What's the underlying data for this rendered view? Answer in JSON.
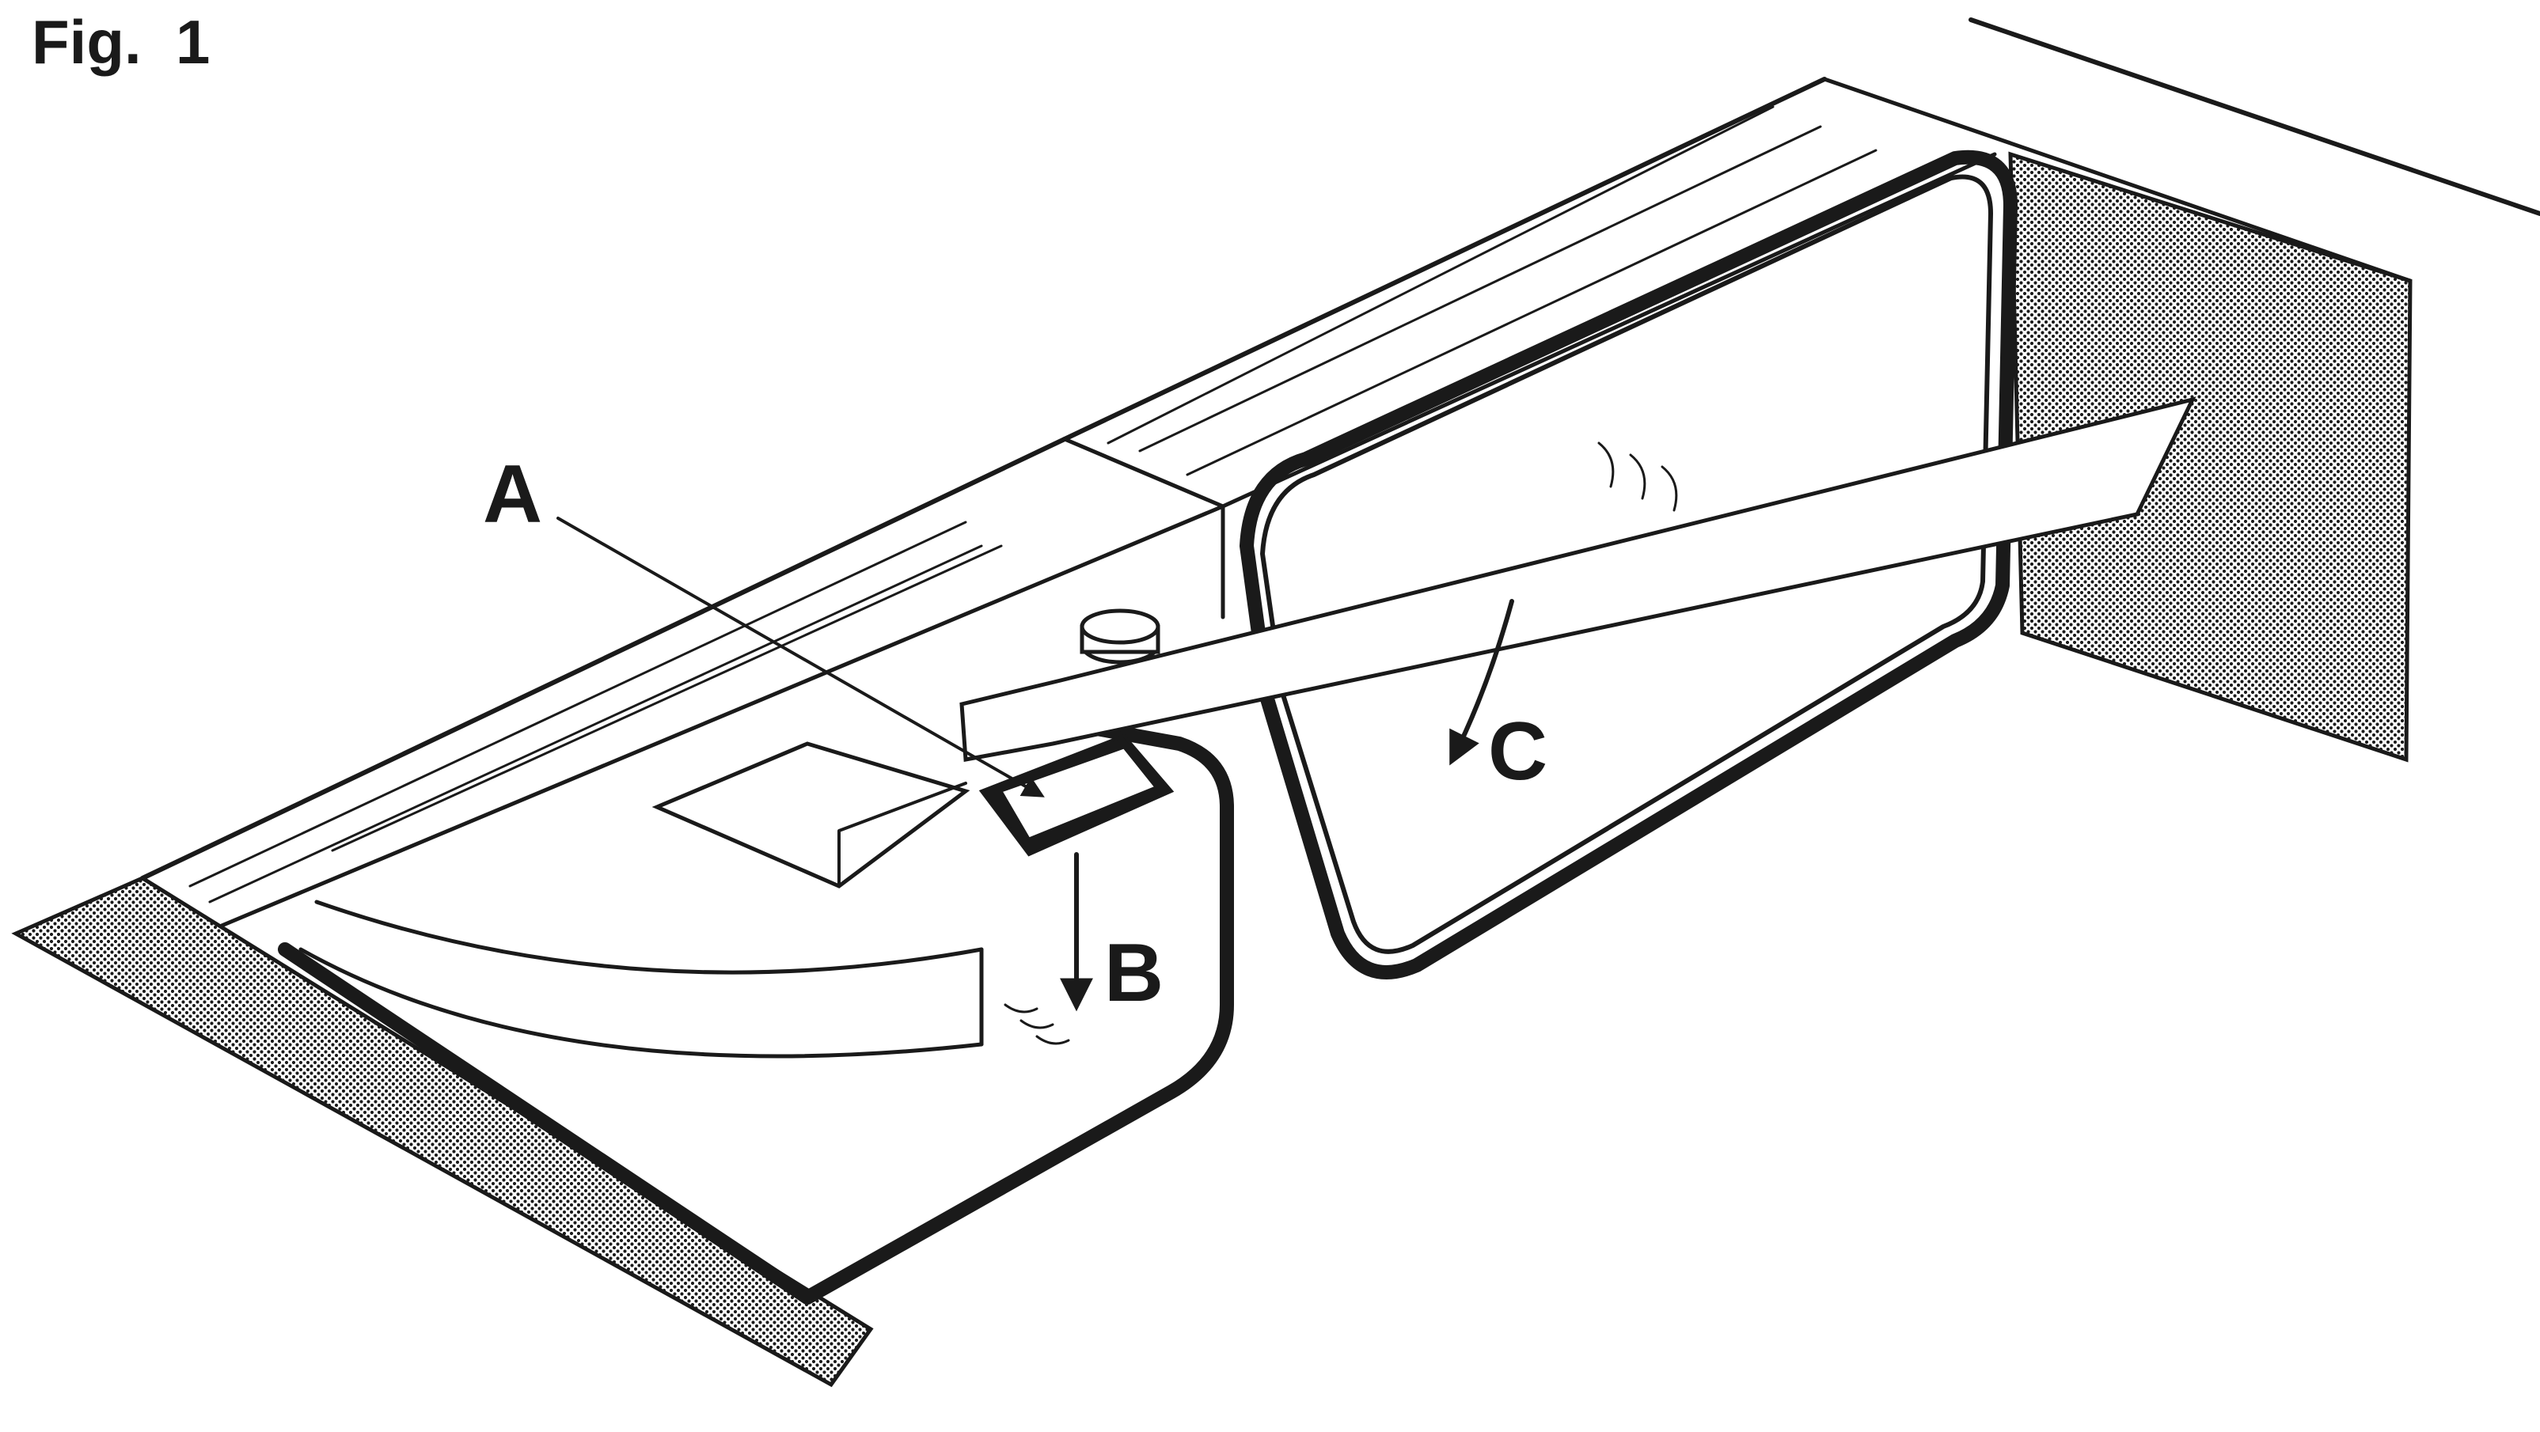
{
  "figure": {
    "title": "Fig.  1"
  },
  "callouts": {
    "a": "A",
    "b": "B",
    "c": "C"
  },
  "colors": {
    "ink": "#1a1a1a",
    "background": "#ffffff"
  }
}
